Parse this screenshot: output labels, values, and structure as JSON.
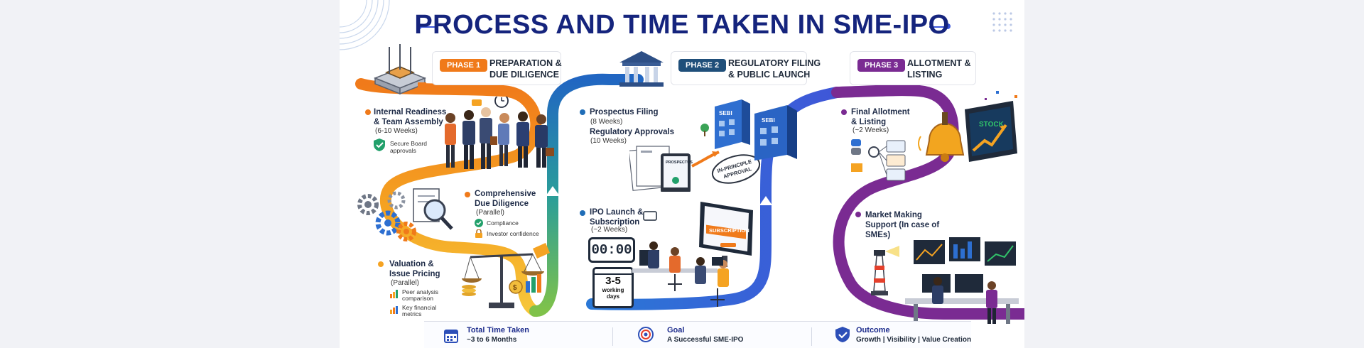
{
  "title": "PROCESS AND TIME TAKEN IN SME-IPO",
  "colors": {
    "phase1": "#f07a1a",
    "phase2": "#1f6db7",
    "phase3": "#7a2b92",
    "title": "#15247d"
  },
  "phases": [
    {
      "tag": "PHASE 1",
      "title_line1": "PREPARATION &",
      "title_line2": "DUE DILIGENCE",
      "steps": [
        {
          "title_line1": "Internal Readiness",
          "title_line2": "& Team Assembly",
          "duration": "(6-10 Weeks)",
          "notes": [
            "Secure Board",
            "approvals"
          ]
        },
        {
          "title_line1": "Comprehensive",
          "title_line2": "Due Diligence",
          "duration": "(Parallel)",
          "notes": [
            "Compliance",
            "Investor confidence"
          ]
        },
        {
          "title_line1": "Valuation &",
          "title_line2": "Issue Pricing",
          "duration": "(Parallel)",
          "notes": [
            "Peer analysis",
            "comparison",
            "Key financial",
            "metrics"
          ]
        }
      ]
    },
    {
      "tag": "PHASE 2",
      "title_line1": "REGULATORY FILING",
      "title_line2": "& PUBLIC LAUNCH",
      "steps": [
        {
          "title_line1": "Prospectus Filing",
          "duration": "(8 Weeks)"
        },
        {
          "title_line1": "Regulatory Approvals",
          "duration": "(10 Weeks)"
        },
        {
          "title_line1": "IPO Launch &",
          "title_line2": "Subscription",
          "duration": "(~2 Weeks)"
        }
      ],
      "illustration": {
        "sebi": "SEBI",
        "prospectus": "PROSPECTUS",
        "stamp_line1": "IN-PRINCIPLE",
        "stamp_line2": "APPROVAL",
        "timer": "00:00",
        "days_line1": "3-5",
        "days_line2": "working",
        "days_line3": "days",
        "screen": "SUBSCRIPTION"
      }
    },
    {
      "tag": "PHASE 3",
      "title_line1": "ALLOTMENT &",
      "title_line2": "LISTING",
      "steps": [
        {
          "title_line1": "Final Allotment",
          "title_line2": "& Listing",
          "duration": "(~2 Weeks)"
        },
        {
          "title_line1": "Market Making",
          "title_line2": "Support (In case of",
          "title_line3": "SMEs)"
        }
      ],
      "illustration": {
        "screen": "STOCK"
      }
    }
  ],
  "footer": [
    {
      "icon": "calendar-icon",
      "title": "Total Time Taken",
      "value": "~3 to 6 Months"
    },
    {
      "icon": "target-icon",
      "title": "Goal",
      "value": "A Successful SME-IPO"
    },
    {
      "icon": "shield-check-icon",
      "title": "Outcome",
      "value": "Growth | Visibility | Value Creation"
    }
  ]
}
